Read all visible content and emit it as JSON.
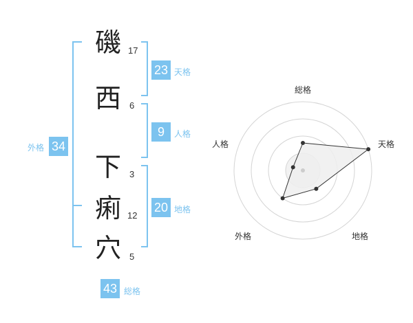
{
  "name": {
    "characters": [
      {
        "char": "磯",
        "strokes": "17"
      },
      {
        "char": "西",
        "strokes": "6"
      },
      {
        "char": "下",
        "strokes": "3"
      },
      {
        "char": "痢",
        "strokes": "12"
      },
      {
        "char": "穴",
        "strokes": "5"
      }
    ]
  },
  "kakusu": {
    "tenkaku": {
      "value": "23",
      "label": "天格"
    },
    "jinkaku": {
      "value": "9",
      "label": "人格"
    },
    "chikaku": {
      "value": "20",
      "label": "地格"
    },
    "gaikaku": {
      "value": "34",
      "label": "外格"
    },
    "soukaku": {
      "value": "43",
      "label": "総格"
    }
  },
  "radar": {
    "labels": {
      "soukaku": "総格",
      "tenkaku": "天格",
      "jinkaku": "人格",
      "chikaku": "地格",
      "gaikaku": "外格"
    },
    "levels": [
      0.25,
      0.5,
      0.75,
      1.0
    ],
    "values": {
      "soukaku": 0.4,
      "tenkaku": 1.0,
      "chikaku": 0.33,
      "gaikaku": 0.5,
      "jinkaku": 0.15
    },
    "colors": {
      "grid": "#d4d4d4",
      "fill": "#eeeeee",
      "stroke": "#333333",
      "point": "#333333"
    }
  }
}
